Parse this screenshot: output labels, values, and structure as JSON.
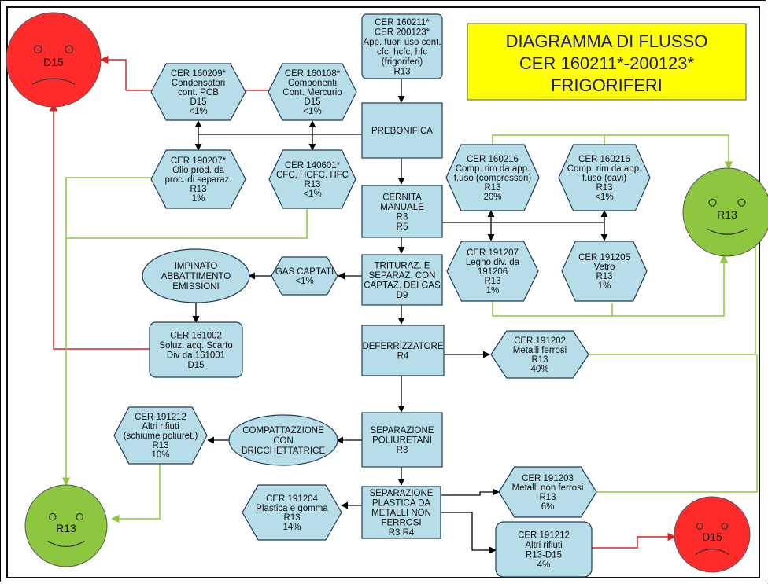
{
  "title": {
    "lines": [
      "DIAGRAMMA DI FLUSSO",
      "CER 160211*-200123*",
      "FRIGORIFERI"
    ]
  },
  "colors": {
    "box_fill": "#b7dde8",
    "box_stroke": "#1f3b57",
    "title_fill": "#ffff00",
    "title_text": "#1a1a8c",
    "sad_face": "#ff2b2b",
    "happy_face": "#8dc63f",
    "line_black": "#000000",
    "line_red": "#e02020",
    "line_green": "#8dc63f"
  },
  "process_boxes": {
    "input": [
      "CER 160211*",
      "CER 200123*",
      "App. fuori uso cont.",
      "cfc, hcfc, hfc",
      "(frigoriferi)",
      "R13"
    ],
    "prebonifica": [
      "PREBONIFICA"
    ],
    "cernita": [
      "CERNITA",
      "MANUALE",
      "R3",
      "R5"
    ],
    "trituraz": [
      "TRITURAZ. E",
      "SEPARAZ. CON",
      "CAPTAZ. DEI GAS",
      "D9"
    ],
    "deferrizzatore": [
      "DEFERRIZZATORE",
      "R4"
    ],
    "poliuretani": [
      "SEPARAZIONE",
      "POLIURETANI",
      "R3"
    ],
    "plastica": [
      "SEPARAZIONE",
      "PLASTICA DA",
      "METALLI NON",
      "FERROSI",
      "R3 R4"
    ],
    "soluz": [
      "CER 161002",
      "Soluz. acq. Scarto",
      "Div da 161001",
      "D15"
    ],
    "altri_rifiuti_bottom": [
      "CER 191212",
      "Altri rifiuti",
      "R13-D15",
      "4%"
    ]
  },
  "hexagons": {
    "pcb": [
      "CER 160209*",
      "Condensatori",
      "cont. PCB",
      "D15",
      "<1%"
    ],
    "mercurio": [
      "CER 160108*",
      "Componenti",
      "Cont. Mercurio",
      "D15",
      "<1%"
    ],
    "olio": [
      "CER 190207*",
      "Olio prod. da",
      "proc. di separaz.",
      "R13",
      "1%"
    ],
    "cfc": [
      "CER 140601*",
      "CFC, HCFC. HFC",
      "R13",
      "<1%"
    ],
    "compressori": [
      "CER 160216",
      "Comp. rim da app.",
      "f.uso (compressori)",
      "R13",
      "20%"
    ],
    "cavi": [
      "CER 160216",
      "Comp. rim da app.",
      "f.uso (cavi)",
      "R13",
      "<1%"
    ],
    "legno": [
      "CER 191207",
      "Legno div. da",
      "191206",
      "R13",
      "1%"
    ],
    "vetro": [
      "CER 191205",
      "Vetro",
      "R13",
      "1%"
    ],
    "gas_captati": [
      "GAS CAPTATI",
      "<1%"
    ],
    "ferrosi": [
      "CER 191202",
      "Metalli ferrosi",
      "R13",
      "40%"
    ],
    "schiume": [
      "CER 191212",
      "Altri rifiuti",
      "(schiume poliuret.)",
      "R13",
      "10%"
    ],
    "plastica_gomma": [
      "CER 191204",
      "Plastica e gomma",
      "R13",
      "14%"
    ],
    "non_ferrosi": [
      "CER 191203",
      "Metalli non ferrosi",
      "R13",
      "6%"
    ]
  },
  "ellipses": {
    "impianto": [
      "IMPINATO",
      "ABBATTIMENTO",
      "EMISSIONI"
    ],
    "compattazione": [
      "COMPATTAZZIONE",
      "CON",
      "BRICCHETTATRICE"
    ]
  },
  "smileys": {
    "sad_top": "D15",
    "happy_right": "R13",
    "happy_bottom_left": "R13",
    "sad_bottom_right": "D15"
  }
}
